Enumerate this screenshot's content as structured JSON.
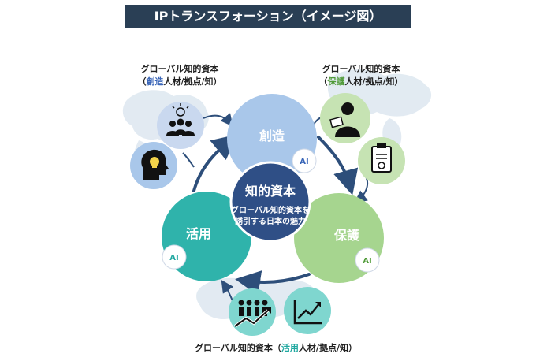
{
  "title": "IPトランスフォーション（イメージ図）",
  "center": {
    "title": "知的資本",
    "subtitle_line1": "グローバル知的資本を",
    "subtitle_line2": "誘引する日本の魅力"
  },
  "circles": {
    "create": {
      "label": "創造",
      "ai": "AI",
      "color": "#a9c7ea"
    },
    "protect": {
      "label": "保護",
      "ai": "AI",
      "color": "#a6d58f"
    },
    "utilize": {
      "label": "活用",
      "ai": "AI",
      "color": "#2fb3ab"
    }
  },
  "center_color": "#2f4f86",
  "captions": {
    "left_top": {
      "line1": "グローバル知的資本",
      "open": "（",
      "highlight": "創造",
      "rest": "人材/拠点/知）"
    },
    "right_top": {
      "line1": "グローバル知的資本",
      "open": "（",
      "highlight": "保護",
      "rest": "人材/拠点/知）"
    },
    "bottom": {
      "prefix": "グローバル知的資本（",
      "highlight": "活用",
      "rest": "人材/拠点/知）"
    }
  },
  "icons": {
    "left1": "team-idea-icon",
    "left2": "head-lightbulb-icon",
    "right1": "presenter-icon",
    "right2": "certificate-clipboard-icon",
    "bottom1": "people-growth-icon",
    "bottom2": "line-chart-icon"
  }
}
